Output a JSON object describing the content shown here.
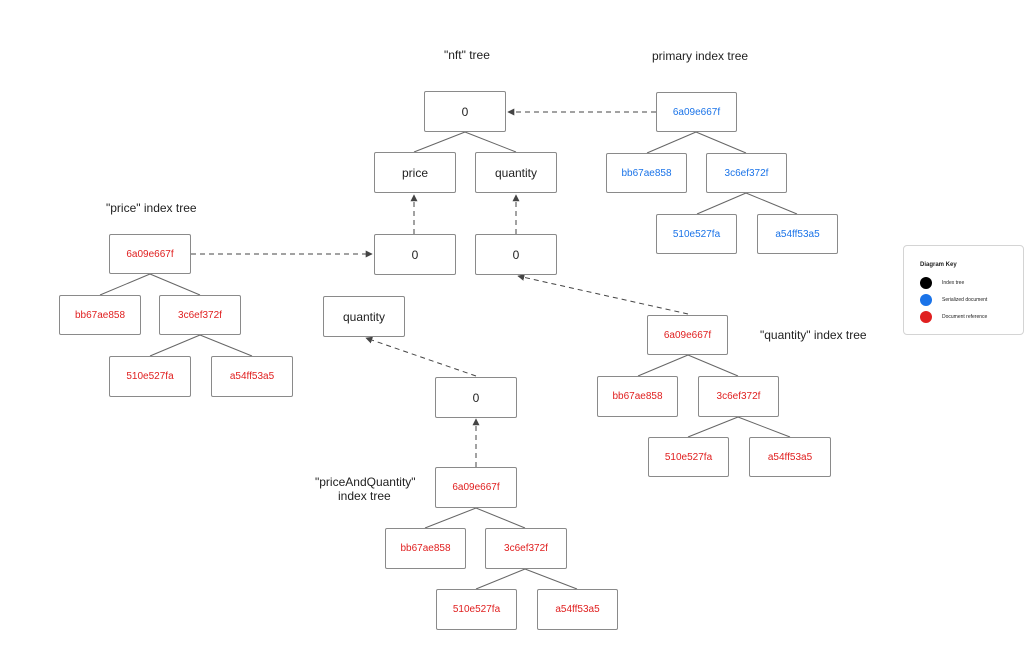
{
  "colors": {
    "index": "#222222",
    "serialized": "#1a73e8",
    "reference": "#e02020",
    "line": "#666666"
  },
  "labels": {
    "nft_tree": "\"nft\" tree",
    "primary_tree": "primary index tree",
    "price_tree": "\"price\" index tree",
    "quantity_tree": "\"quantity\" index tree",
    "pq_tree_line1": "\"priceAndQuantity\"",
    "pq_tree_line2": "index tree"
  },
  "nft": {
    "root": "0",
    "price": "price",
    "quantity": "quantity"
  },
  "price_path": {
    "zero": "0",
    "quantity": "quantity",
    "pq_zero": "0"
  },
  "quantity_path": {
    "zero": "0"
  },
  "primary": {
    "root": "6a09e667f",
    "left": "bb67ae858",
    "right": "3c6ef372f",
    "rl": "510e527fa",
    "rr": "a54ff53a5"
  },
  "price_index": {
    "root": "6a09e667f",
    "left": "bb67ae858",
    "right": "3c6ef372f",
    "rl": "510e527fa",
    "rr": "a54ff53a5"
  },
  "quantity_index": {
    "root": "6a09e667f",
    "left": "bb67ae858",
    "right": "3c6ef372f",
    "rl": "510e527fa",
    "rr": "a54ff53a5"
  },
  "pq_index": {
    "root": "6a09e667f",
    "left": "bb67ae858",
    "right": "3c6ef372f",
    "rl": "510e527fa",
    "rr": "a54ff53a5"
  },
  "key": {
    "title": "Diagram Key",
    "items": [
      {
        "label": "Index tree",
        "color": "#000000"
      },
      {
        "label": "Serialized document",
        "color": "#1a73e8"
      },
      {
        "label": "Document reference",
        "color": "#e02020"
      }
    ]
  }
}
